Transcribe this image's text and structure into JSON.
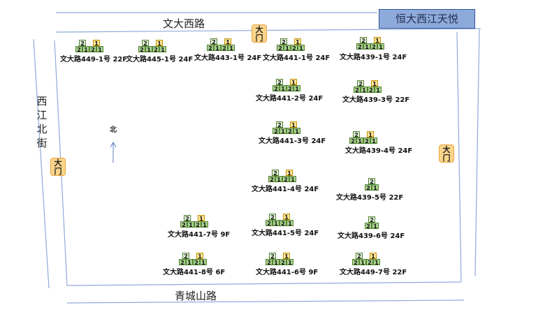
{
  "title": "恒大西江天悦",
  "roads": {
    "top": "文大西路",
    "bottom": "青城山路",
    "left": "西江北街"
  },
  "gate_label": "大门",
  "north_label": "北",
  "buildings": [
    {
      "id": "b449-1",
      "label": "文大路449-1号 22F",
      "units": [
        "2",
        "1",
        "2",
        "1"
      ],
      "tops": [
        "2",
        "1"
      ]
    },
    {
      "id": "b445-1",
      "label": "文大路445-1号 24F",
      "units": [
        "2",
        "1",
        "2",
        "1"
      ],
      "tops": [
        "2",
        "1"
      ]
    },
    {
      "id": "b443-1",
      "label": "文大路443-1号 24F",
      "units": [
        "2",
        "1",
        "2",
        "1"
      ],
      "tops": [
        "2",
        "1"
      ]
    },
    {
      "id": "b441-1",
      "label": "文大路441-1号 24F",
      "units": [
        "2",
        "1",
        "2",
        "1"
      ],
      "tops": [
        "2",
        "1"
      ]
    },
    {
      "id": "b439-1",
      "label": "文大路439-1号 24F",
      "units": [
        "2",
        "1",
        "2",
        "1"
      ],
      "tops": [
        "2",
        "1"
      ]
    },
    {
      "id": "b441-2",
      "label": "文大路441-2号 24F",
      "units": [
        "2",
        "1",
        "2",
        "1"
      ],
      "tops": [
        "2",
        "1"
      ]
    },
    {
      "id": "b439-3",
      "label": "文大路439-3号 22F",
      "units": [
        "2",
        "1",
        "2",
        "1"
      ],
      "tops": [
        "2",
        "1"
      ]
    },
    {
      "id": "b441-3",
      "label": "文大路441-3号 24F",
      "units": [
        "2",
        "1",
        "2",
        "1"
      ],
      "tops": [
        "2",
        "1"
      ]
    },
    {
      "id": "b439-4",
      "label": "文大路439-4号 24F",
      "units": [
        "2",
        "1",
        "2",
        "1"
      ],
      "tops": [
        "2",
        "1"
      ]
    },
    {
      "id": "b441-4",
      "label": "文大路441-4号 24F",
      "units": [
        "2",
        "1",
        "2",
        "1"
      ],
      "tops": [
        "2",
        "1"
      ]
    },
    {
      "id": "b439-5",
      "label": "文大路439-5号 22F",
      "units": [
        "2",
        "1"
      ],
      "tops": [
        "2"
      ]
    },
    {
      "id": "b441-7",
      "label": "文大路441-7号 9F",
      "units": [
        "2",
        "1",
        "2",
        "1"
      ],
      "tops": [
        "2",
        "1"
      ]
    },
    {
      "id": "b441-5",
      "label": "文大路441-5号 24F",
      "units": [
        "2",
        "1",
        "2",
        "1"
      ],
      "tops": [
        "2",
        "1"
      ]
    },
    {
      "id": "b439-6",
      "label": "文大路439-6号 24F",
      "units": [
        "2",
        "1"
      ],
      "tops": [
        "2"
      ]
    },
    {
      "id": "b441-8",
      "label": "文大路441-8号 6F",
      "units": [
        "2",
        "1",
        "2",
        "1"
      ],
      "tops": [
        "2",
        "1"
      ]
    },
    {
      "id": "b441-6",
      "label": "文大路441-6号 9F",
      "units": [
        "2",
        "1",
        "2",
        "1"
      ],
      "tops": [
        "2",
        "1"
      ]
    },
    {
      "id": "b449-7",
      "label": "文大路449-7号 22F",
      "units": [
        "2",
        "1",
        "2",
        "1"
      ],
      "tops": [
        "2",
        "1"
      ]
    }
  ]
}
